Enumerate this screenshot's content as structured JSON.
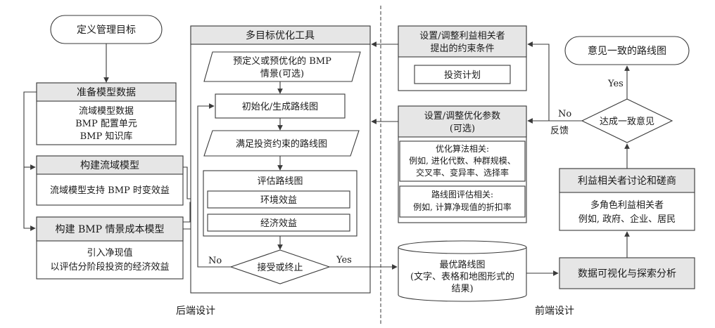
{
  "left": {
    "goal": "定义管理目标",
    "prep": {
      "title": "准备模型数据",
      "lines": [
        "流域模型数据",
        "BMP 配置单元",
        "BMP 知识库"
      ]
    },
    "watershed": {
      "title": "构建流域模型",
      "body": "流域模型支持 BMP 时变效益"
    },
    "cost": {
      "title": "构建 BMP 情景成本模型",
      "lines": [
        "引入净现值",
        "以评估分阶段投资的经济效益"
      ]
    }
  },
  "tool": {
    "title": "多目标优化工具",
    "predef": [
      "预定义或预优化的 BMP",
      "情景(可选)"
    ],
    "init": "初始化/生成路线图",
    "satisfy": "满足投资约束的路线图",
    "eval_title": "评估路线图",
    "env": "环境效益",
    "econ": "经济效益",
    "decision": "接受或终止",
    "no": "No",
    "yes": "Yes"
  },
  "front": {
    "constraints": {
      "lines": [
        "设置/调整利益相关者",
        "提出的约束条件"
      ],
      "plan": "投资计划"
    },
    "params": {
      "lines": [
        "设置/调整优化参数",
        "(可选)"
      ],
      "algo": [
        "优化算法相关:",
        "例如, 进化代数、种群规模、",
        "交叉率、变异率、选择率"
      ],
      "eval": [
        "路线图评估相关:",
        "例如, 计算净现值的折扣率"
      ]
    },
    "result": "意见一致的路线图",
    "consensus": "达成一致意见",
    "yes": "Yes",
    "no": "No",
    "feedback": "反馈",
    "discuss": {
      "title": "利益相关者讨论和磋商",
      "lines": [
        "多角色利益相关者",
        "例如, 政府、企业、居民"
      ]
    },
    "optimal": [
      "最优路线图",
      "(文字、表格和地图形式的",
      "结果)"
    ],
    "viz": "数据可视化与探索分析"
  },
  "labels": {
    "backend": "后端设计",
    "frontend": "前端设计"
  }
}
